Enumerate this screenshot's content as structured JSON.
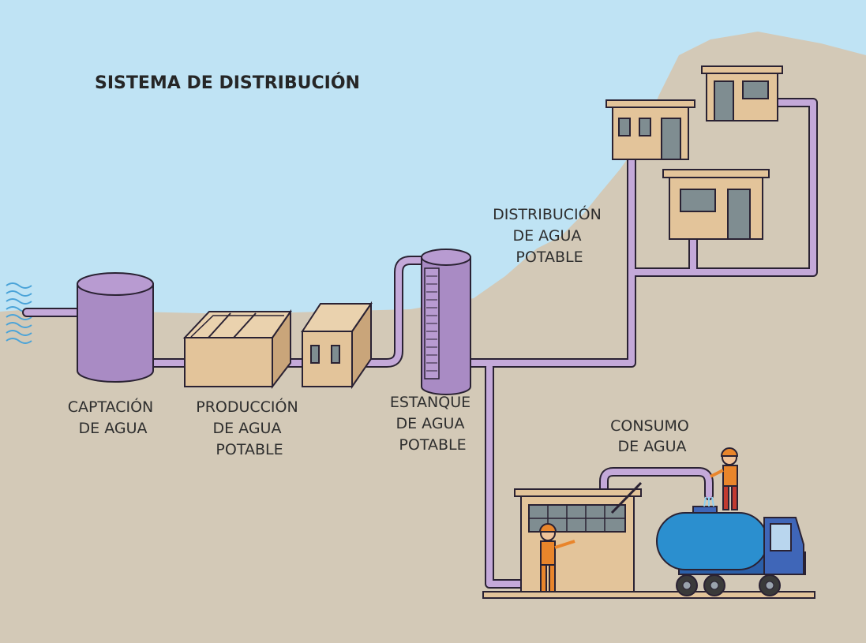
{
  "title": "SISTEMA DE DISTRIBUCIÓN",
  "stages": {
    "captacion": [
      "CAPTACIÓN",
      "DE AGUA"
    ],
    "produccion": [
      "PRODUCCIÓN",
      "DE AGUA",
      "POTABLE"
    ],
    "estanque": [
      "ESTANQUE",
      "DE AGUA",
      "POTABLE"
    ],
    "distribucion": [
      "DISTRIBUCIÓN",
      "DE AGUA",
      "POTABLE"
    ],
    "consumo": [
      "CONSUMO",
      "DE AGUA"
    ]
  },
  "colors": {
    "sky": "#bfe3f4",
    "ground": "#d3c9b7",
    "pipe": "#c4a9d9",
    "pipe_outline": "#2a2233",
    "tank": "#a98bc4",
    "building": "#e3c49a",
    "window": "#7f8d91",
    "truck_tank": "#2b8fcf",
    "truck_cab": "#3f66b8",
    "worker": "#e9852b"
  }
}
